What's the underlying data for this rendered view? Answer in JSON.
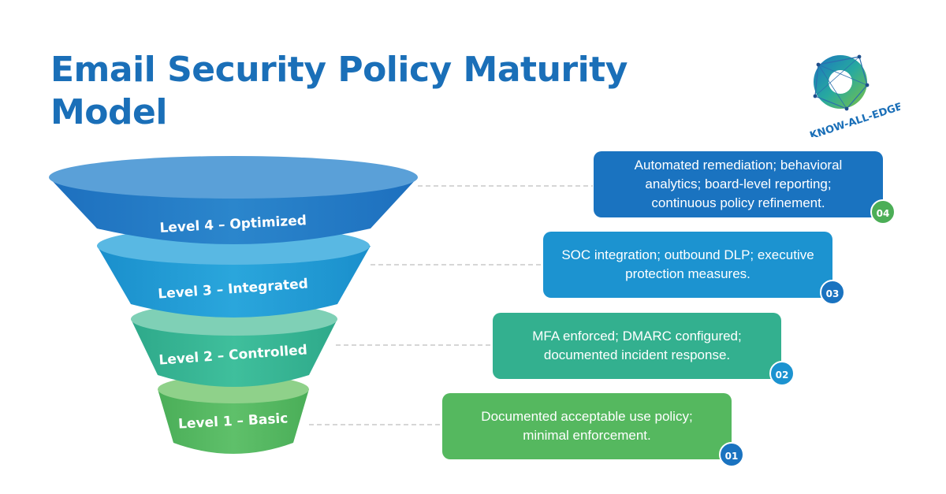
{
  "title": "Email Security Policy Maturity Model",
  "logo": {
    "text": "KNOW-ALL-EDGE"
  },
  "levels": [
    {
      "label": "Level 4 – Optimized",
      "description": "Automated remediation; behavioral analytics; board-level reporting; continuous policy refinement.",
      "number": "04",
      "color": "#1a73c0",
      "badge_color": "#4cae57"
    },
    {
      "label": "Level 3 – Integrated",
      "description": "SOC integration; outbound DLP; executive protection measures.",
      "number": "03",
      "color": "#1c93d0",
      "badge_color": "#1a73c0"
    },
    {
      "label": "Level 2 – Controlled",
      "description": "MFA enforced; DMARC configured; documented incident response.",
      "number": "02",
      "color": "#33b08f",
      "badge_color": "#1c93d0"
    },
    {
      "label": "Level 1 – Basic",
      "description": "Documented acceptable use policy; minimal enforcement.",
      "number": "01",
      "color": "#55b85f",
      "badge_color": "#1a73c0"
    }
  ]
}
